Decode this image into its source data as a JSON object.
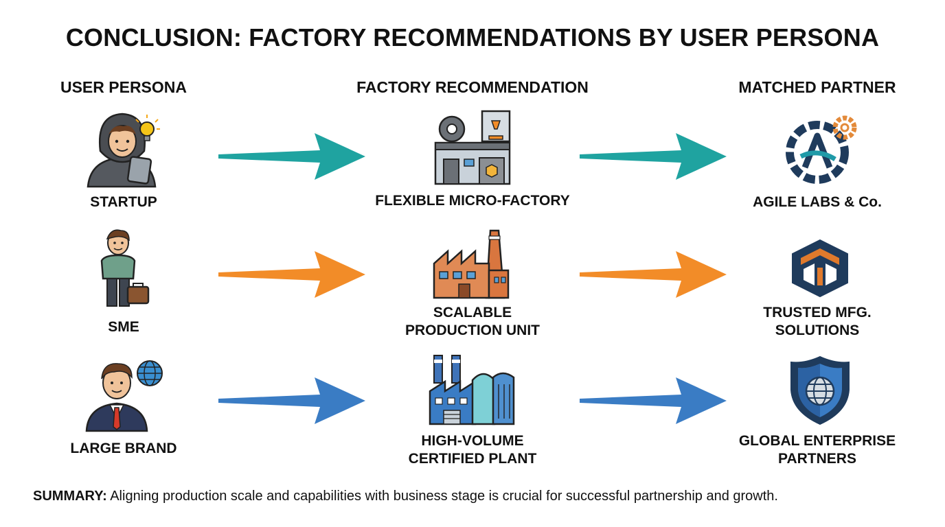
{
  "title": "CONCLUSION: FACTORY RECOMMENDATIONS BY USER PERSONA",
  "columns": {
    "persona": "USER PERSONA",
    "factory": "FACTORY RECOMMENDATION",
    "partner": "MATCHED PARTNER"
  },
  "rows": [
    {
      "persona": "STARTUP",
      "factory_line1": "FLEXIBLE MICRO-FACTORY",
      "factory_line2": "",
      "partner_line1": "AGILE LABS & Co.",
      "partner_line2": "",
      "arrow_color": "#1fa3a0"
    },
    {
      "persona": "SME",
      "factory_line1": "SCALABLE",
      "factory_line2": "PRODUCTION UNIT",
      "partner_line1": "TRUSTED MFG.",
      "partner_line2": "SOLUTIONS",
      "arrow_color": "#f28c28"
    },
    {
      "persona": "LARGE BRAND",
      "factory_line1": "HIGH-VOLUME",
      "factory_line2": "CERTIFIED PLANT",
      "partner_line1": "GLOBAL ENTERPRISE",
      "partner_line2": "PARTNERS",
      "arrow_color": "#3a7cc4"
    }
  ],
  "icons": {
    "persona": [
      "hooded-founder-with-tablet-icon",
      "businessman-with-briefcase-icon",
      "executive-with-globe-icon"
    ],
    "factory": [
      "micro-factory-3d-printer-icon",
      "brick-factory-icon",
      "industrial-plant-icon"
    ],
    "partner": [
      "gear-letter-a-logo-icon",
      "hexagon-logo-icon",
      "globe-shield-logo-icon"
    ]
  },
  "summary": {
    "label": "SUMMARY:",
    "text": " Aligning production scale and capabilities with business stage is crucial for successful partnership and growth."
  }
}
